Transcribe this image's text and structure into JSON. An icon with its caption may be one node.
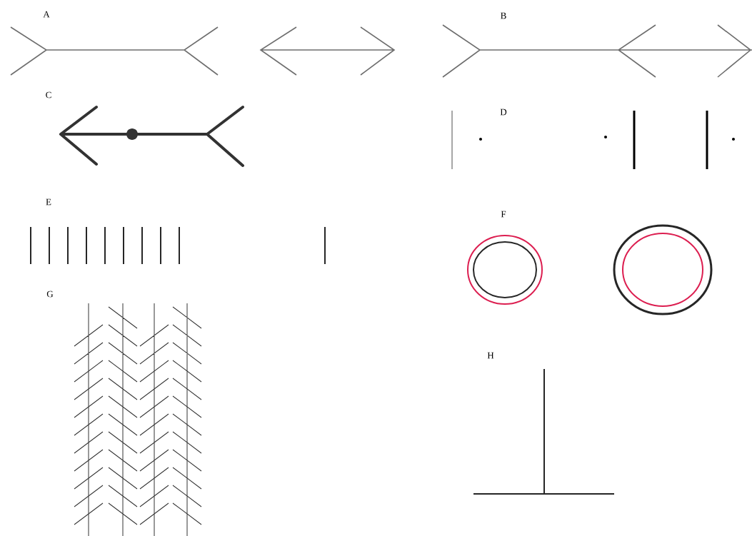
{
  "diagram": {
    "labels": [
      "A",
      "B",
      "C",
      "D",
      "E",
      "F",
      "G",
      "H"
    ]
  }
}
